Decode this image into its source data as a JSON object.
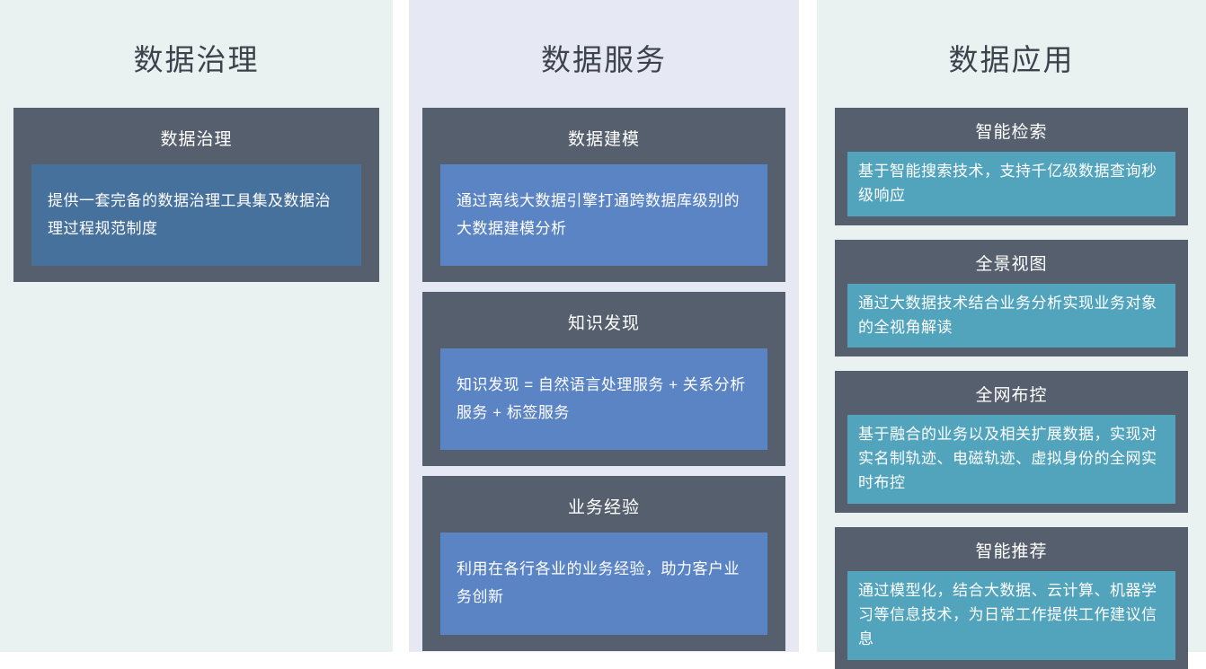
{
  "palette": {
    "card_background": "#565f6d",
    "card_text": "#ffffff",
    "title_text": "#3d434c",
    "column_backgrounds": [
      "#e9f2f1",
      "#e6e8f4",
      "#e9f2f1"
    ],
    "inner_box_colors": [
      "#47719d",
      "#5b84c4",
      "#52a4bd"
    ]
  },
  "columns": [
    {
      "title": "数据治理",
      "cards": [
        {
          "header": "数据治理",
          "body": "提供一套完备的数据治理工具集及数据治理过程规范制度"
        }
      ]
    },
    {
      "title": "数据服务",
      "cards": [
        {
          "header": "数据建模",
          "body": "通过离线大数据引擎打通跨数据库级别的大数据建模分析"
        },
        {
          "header": "知识发现",
          "body": "知识发现 = 自然语言处理服务 + 关系分析服务 + 标签服务"
        },
        {
          "header": "业务经验",
          "body": "利用在各行各业的业务经验，助力客户业务创新"
        }
      ]
    },
    {
      "title": "数据应用",
      "cards": [
        {
          "header": "智能检索",
          "body": "基于智能搜索技术，支持千亿级数据查询秒级响应"
        },
        {
          "header": "全景视图",
          "body": "通过大数据技术结合业务分析实现业务对象的全视角解读"
        },
        {
          "header": "全网布控",
          "body": "基于融合的业务以及相关扩展数据，实现对实名制轨迹、电磁轨迹、虚拟身份的全网实时布控"
        },
        {
          "header": "智能推荐",
          "body": "通过模型化，结合大数据、云计算、机器学习等信息技术，为日常工作提供工作建议信息"
        }
      ]
    }
  ]
}
